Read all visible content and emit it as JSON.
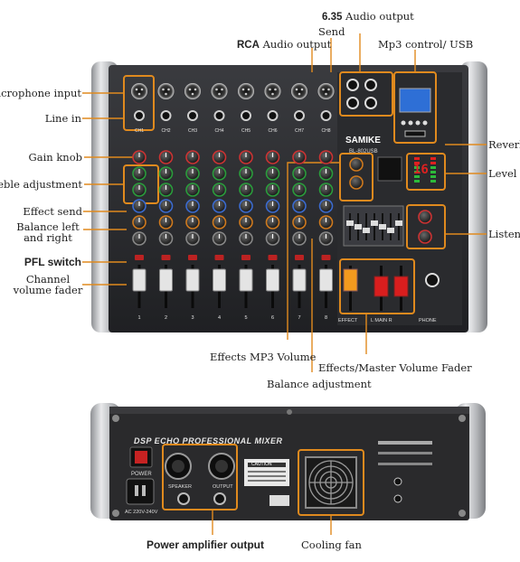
{
  "labels": {
    "audio_635": "6.35 Audio output",
    "audio_635_prefix": "6.35",
    "audio_635_rest": " Audio output",
    "send": "Send",
    "rca_prefix": "RCA",
    "rca_rest": " Audio output",
    "mp3_usb": "Mp3 control/ USB",
    "microphone_input": "Microphone input",
    "line_in": "Line in",
    "gain_knob": "Gain knob",
    "treble": "Treble adjustment",
    "effect_send": "Effect send",
    "balance_lr_1": "Balance left",
    "balance_lr_2": "and right",
    "pfl_switch": "PFL switch",
    "channel_fader_1": "Channel",
    "channel_fader_2": "volume fader",
    "reverb": "Reverb",
    "level_indicator": "Level i",
    "listen": "Listen",
    "effects_mp3_volume": "Effects MP3 Volume",
    "effects_master_fader": "Effects/Master Volume Fader",
    "balance_adjustment": "Balance adjustment",
    "power_amp_output": "Power amplifier output",
    "cooling_fan": "Cooling fan"
  },
  "device": {
    "brand": "SAMIKE",
    "model": "BL-802USB",
    "effect_display": "16",
    "rear_title": "DSP ECHO PROFESSIONAL MIXER",
    "power_label": "POWER",
    "ac_label": "AC 220V-240V",
    "speaker_label": "SPEAKER",
    "output_label": "OUTPUT",
    "caution_label": "CAUTION",
    "channels": [
      "1",
      "2",
      "3",
      "4",
      "5",
      "6",
      "7",
      "8"
    ],
    "channel_tags": [
      "CH1",
      "CH2",
      "CH3",
      "CH4",
      "CH5",
      "CH6",
      "CH7",
      "CH8"
    ],
    "effect_fader_label": "EFFECT",
    "main_fader_label": "L  MAIN  R",
    "phone_label": "PHONE"
  },
  "colors": {
    "annotation_orange": "#e08a1e",
    "panel_dark": "#2b2b2e",
    "chrome": "#c9cacd",
    "display_blue": "#2e6fd6",
    "display_red": "#e02020"
  }
}
